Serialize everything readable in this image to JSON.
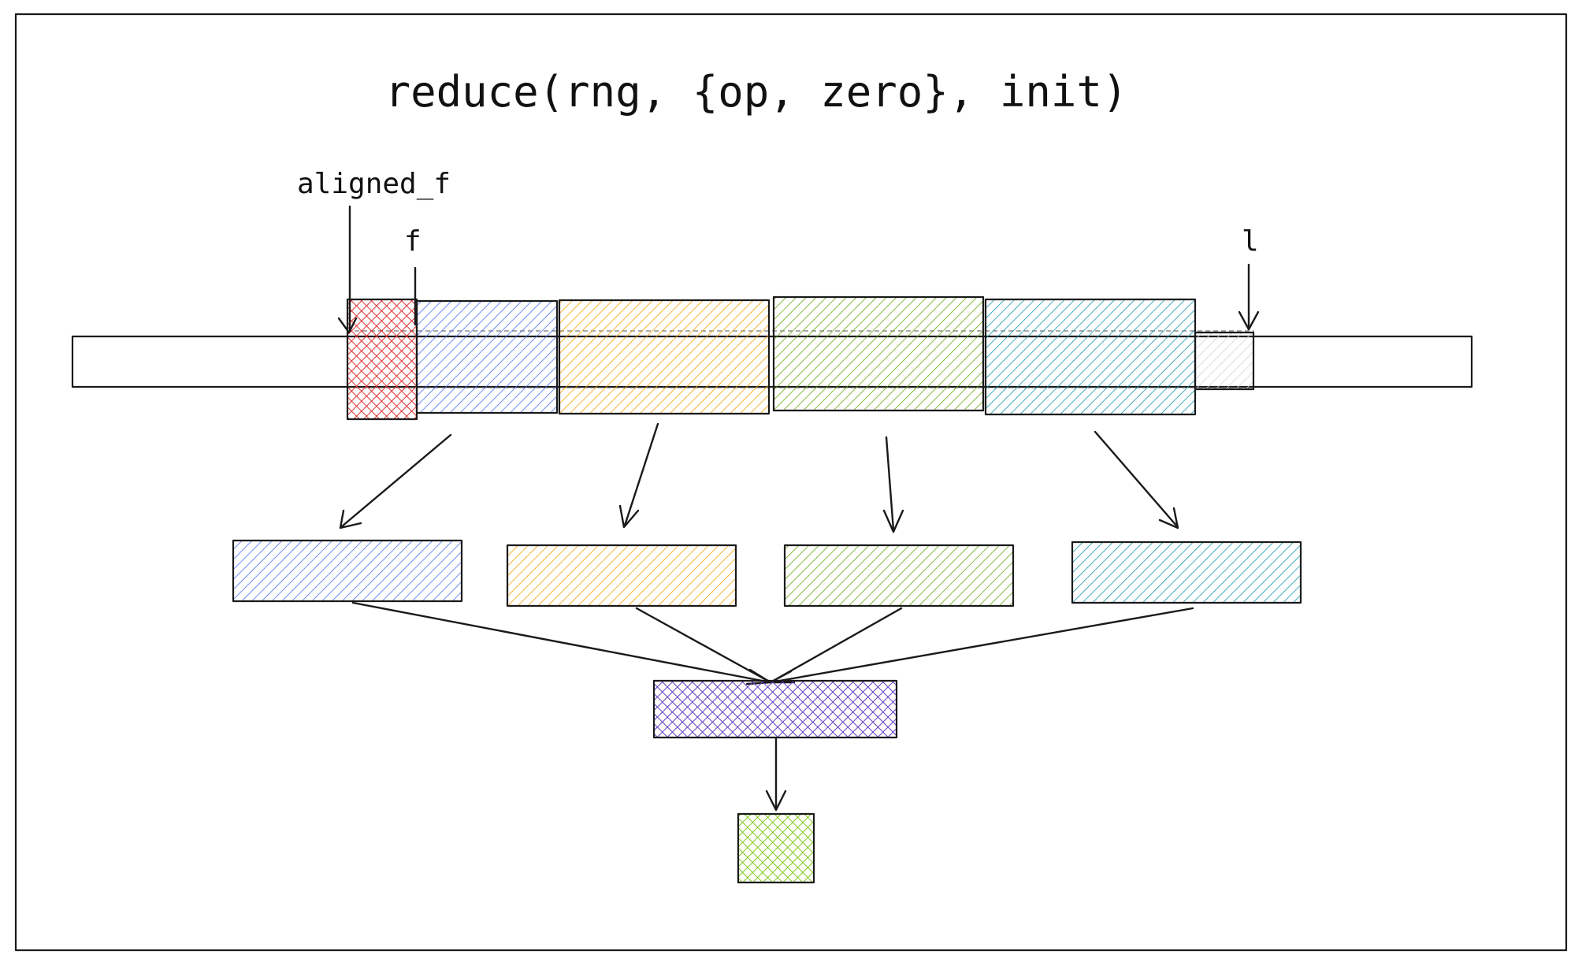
{
  "diagram": {
    "title": "reduce(rng, {op, zero}, init)",
    "pointers": {
      "aligned_f": "aligned_f",
      "f": "f",
      "l": "l"
    }
  },
  "colors": {
    "red": "#e03131",
    "blue": "#4c6ef5",
    "orange": "#f59f00",
    "green": "#66a80f",
    "cyan": "#1098ad",
    "gray": "#adb5bd",
    "violet": "#5f3dc4",
    "lightgreen": "#82c91e"
  }
}
